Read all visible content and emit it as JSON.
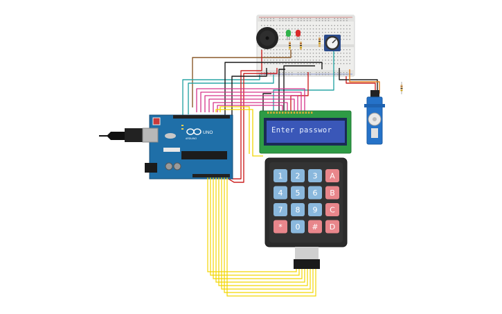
{
  "lcd": {
    "text": "Enter passwor"
  },
  "arduino": {
    "logo_text": "UNO",
    "brand_text": "ARDUINO"
  },
  "keypad": {
    "keys": [
      {
        "label": "1",
        "kind": "num"
      },
      {
        "label": "2",
        "kind": "num"
      },
      {
        "label": "3",
        "kind": "num"
      },
      {
        "label": "A",
        "kind": "letter"
      },
      {
        "label": "4",
        "kind": "num"
      },
      {
        "label": "5",
        "kind": "num"
      },
      {
        "label": "6",
        "kind": "num"
      },
      {
        "label": "B",
        "kind": "letter"
      },
      {
        "label": "7",
        "kind": "num"
      },
      {
        "label": "8",
        "kind": "num"
      },
      {
        "label": "9",
        "kind": "num"
      },
      {
        "label": "C",
        "kind": "letter"
      },
      {
        "label": "*",
        "kind": "letter"
      },
      {
        "label": "0",
        "kind": "num"
      },
      {
        "label": "#",
        "kind": "letter"
      },
      {
        "label": "D",
        "kind": "letter"
      }
    ]
  },
  "colors": {
    "board_blue": "#1f6fa8",
    "lcd_green": "#2e9b45",
    "lcd_screen": "#3a57b8",
    "keypad_body": "#2b2b2b",
    "key_blue": "#8ab8dd",
    "key_red": "#e8868b",
    "wire_yellow": "#f2d600",
    "wire_pink": "#d6338a",
    "wire_red": "#cc2222",
    "wire_black": "#1a1a1a",
    "wire_teal": "#2aa6a6",
    "wire_brown": "#8a5a2b"
  }
}
